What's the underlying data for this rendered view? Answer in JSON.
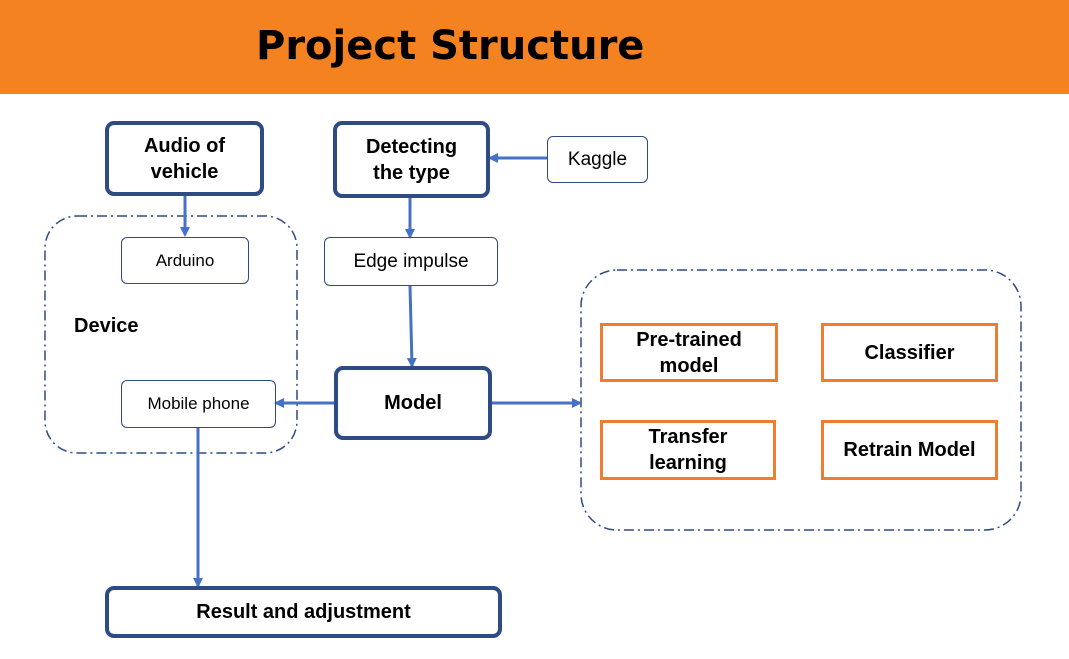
{
  "header": {
    "title": "Project Structure"
  },
  "nodes": {
    "audio": "Audio of vehicle",
    "detecting": "Detecting the type",
    "kaggle": "Kaggle",
    "arduino": "Arduino",
    "edge": "Edge impulse",
    "device": "Device",
    "mobile": "Mobile phone",
    "model": "Model",
    "pretrained": "Pre-trained model",
    "classifier": "Classifier",
    "transfer": "Transfer learning",
    "retrain": "Retrain Model",
    "result": "Result and adjustment"
  },
  "colors": {
    "header": "#f58220",
    "box_border": "#2f4b84",
    "arrow": "#4472c4",
    "orange_border": "#ed7d31",
    "dashed_border": "#2f4b84"
  }
}
